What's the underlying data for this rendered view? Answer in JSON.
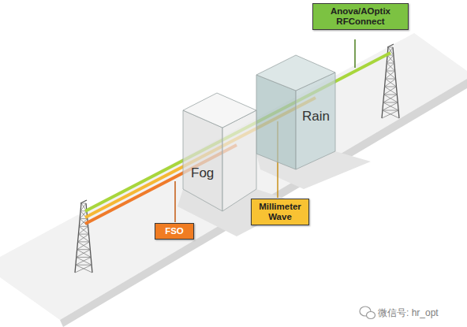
{
  "diagram": {
    "nodes": [
      {
        "text": [
          "Anova/AOptix RFConnect"
        ]
      },
      {
        "text": [
          "Rain"
        ]
      },
      {
        "text": [
          "Fog"
        ]
      },
      {
        "text": [
          "Millimeter Wave"
        ]
      },
      {
        "text": [
          "FSO"
        ]
      }
    ],
    "labels": [
      "微信号: hr_opt"
    ]
  }
}
